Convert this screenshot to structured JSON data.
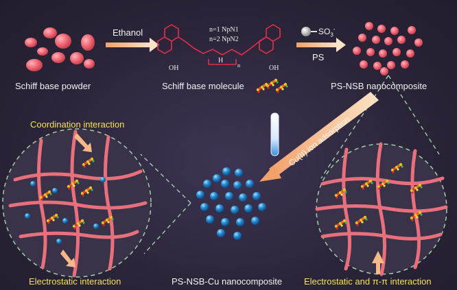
{
  "labels": {
    "schiff_base_powder": "Schiff base powder",
    "ethanol": "Ethanol",
    "schiff_base_molecule": "Schiff base molecule",
    "n1": "n=1 NpN1",
    "n2": "n=2 NpN2",
    "oh_left": "OH",
    "oh_right": "OH",
    "h_label": "H",
    "n_sub": "n",
    "so3": "SO",
    "so3_sub": "3",
    "so3_charge": "-",
    "ps": "PS",
    "ps_nsb_nanocomposite": "PS-NSB nanocomposite",
    "cu_adsorption": "Cu(II) ion adsorption",
    "coordination_interaction": "Coordination interaction",
    "electrostatic_interaction": "Electrostatic interaction",
    "ps_nsb_cu_nanocomposite": "PS-NSB-Cu nanocomposite",
    "electrostatic_pi_interaction": "Electrostatic and π-π interaction"
  },
  "colors": {
    "background": "#2b2438",
    "pink_particle": "#f26b7a",
    "blue_particle": "#2a8fd6",
    "fiber": "#e8707c",
    "arrow": "#f6b98a",
    "label_yellow": "#f3e25a",
    "dashed": "#9ed3a8"
  }
}
